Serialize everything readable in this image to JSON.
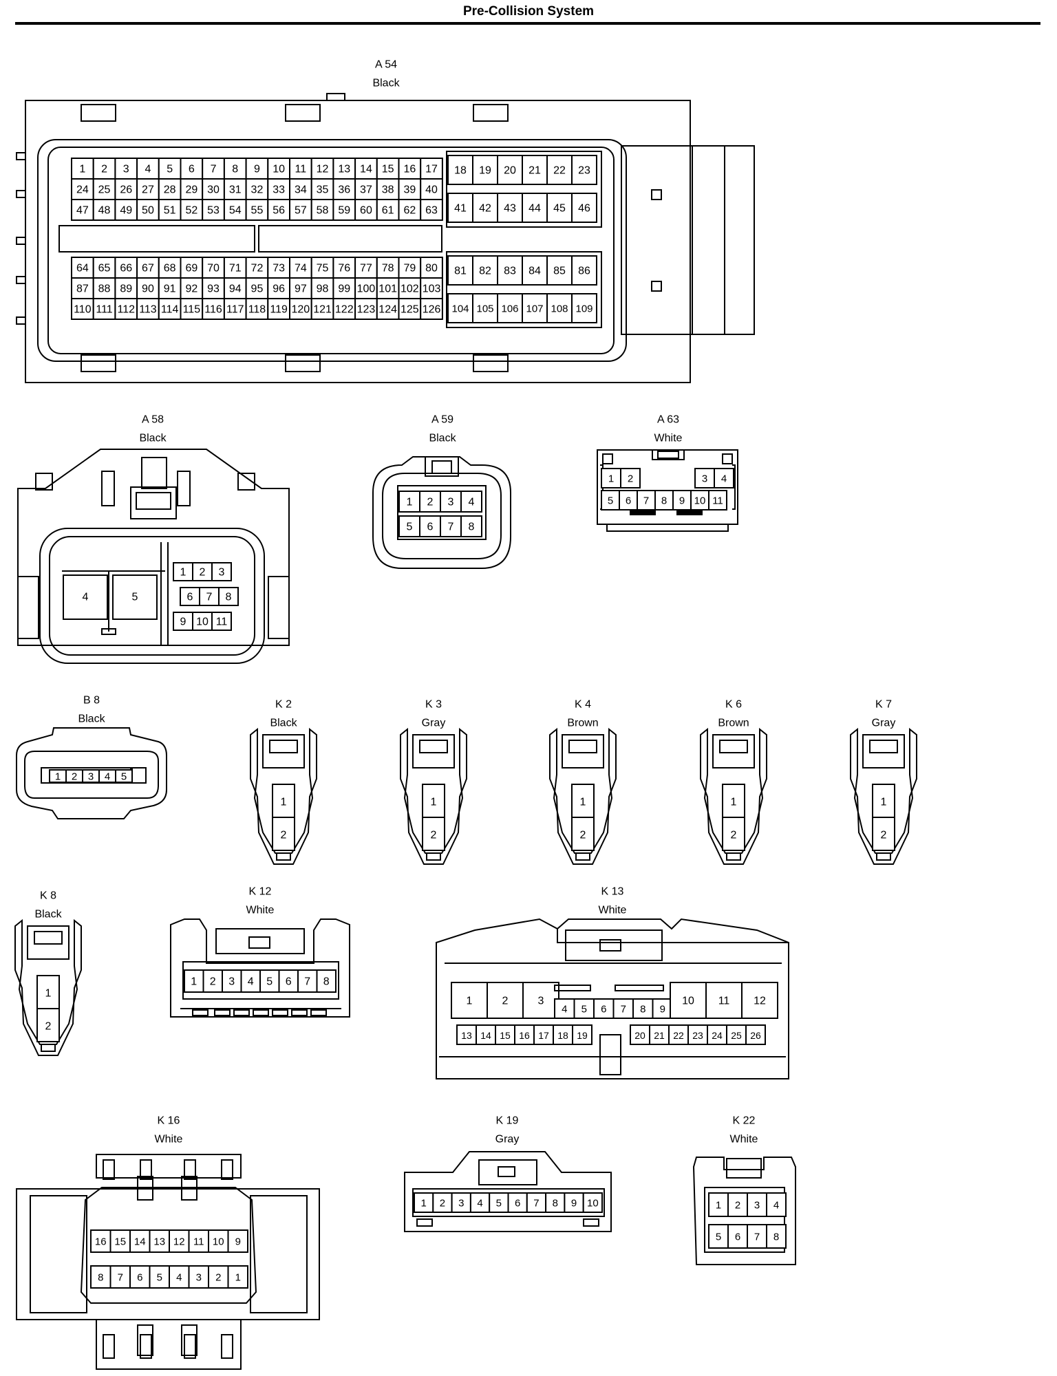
{
  "page": {
    "title": "Pre-Collision System"
  },
  "connectors": [
    {
      "id": "A 54",
      "color": "Black"
    },
    {
      "id": "A 58",
      "color": "Black"
    },
    {
      "id": "A 59",
      "color": "Black"
    },
    {
      "id": "A 63",
      "color": "White"
    },
    {
      "id": "B 8",
      "color": "Black"
    },
    {
      "id": "K 2",
      "color": "Black"
    },
    {
      "id": "K 3",
      "color": "Gray"
    },
    {
      "id": "K 4",
      "color": "Brown"
    },
    {
      "id": "K 6",
      "color": "Brown"
    },
    {
      "id": "K 7",
      "color": "Gray"
    },
    {
      "id": "K 8",
      "color": "Black"
    },
    {
      "id": "K 12",
      "color": "White"
    },
    {
      "id": "K 13",
      "color": "White"
    },
    {
      "id": "K 16",
      "color": "White"
    },
    {
      "id": "K 19",
      "color": "Gray"
    },
    {
      "id": "K 22",
      "color": "White"
    }
  ]
}
